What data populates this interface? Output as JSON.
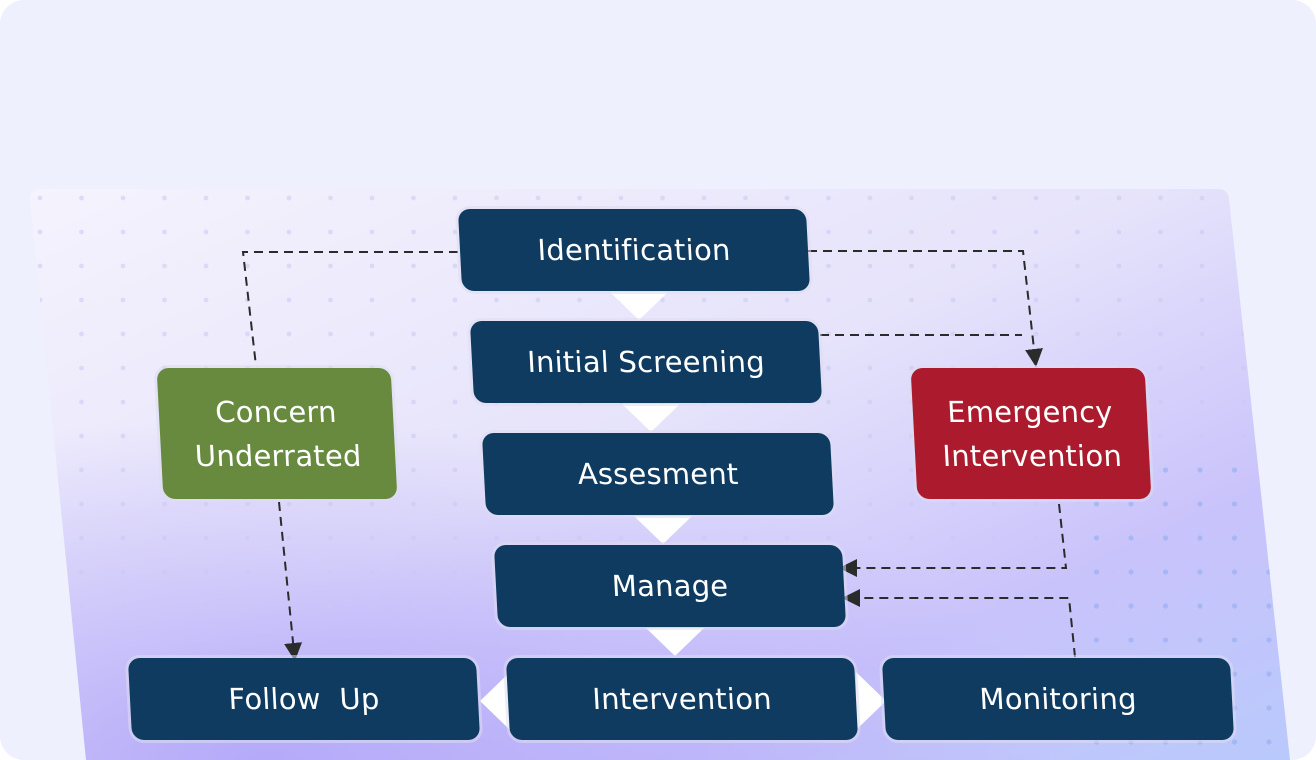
{
  "diagram": {
    "title": "",
    "colors": {
      "primary": "#0f3b61",
      "concern": "#678a3e",
      "emergency": "#ab1b2d",
      "background": "#eef0fd",
      "connector": "#2b2b2b"
    },
    "nodes": {
      "identification": "Identification",
      "initial_screening": "Initial Screening",
      "assessment": "Assesment",
      "manage": "Manage",
      "intervention": "Intervention",
      "follow_up": "Follow  Up",
      "monitoring": "Monitoring",
      "concern_underrated": [
        "Concern",
        "Underrated"
      ],
      "emergency_intervention": [
        "Emergency",
        "Intervention"
      ]
    },
    "edges": [
      {
        "from": "Identification",
        "to": "Initial Screening",
        "style": "solid-arrow"
      },
      {
        "from": "Initial Screening",
        "to": "Assesment",
        "style": "solid-arrow"
      },
      {
        "from": "Assesment",
        "to": "Manage",
        "style": "solid-arrow"
      },
      {
        "from": "Manage",
        "to": "Intervention",
        "style": "solid-arrow"
      },
      {
        "from": "Intervention",
        "to": "Follow  Up",
        "style": "solid-arrow"
      },
      {
        "from": "Intervention",
        "to": "Monitoring",
        "style": "solid-arrow"
      },
      {
        "from": "Identification",
        "to": "Concern Underrated",
        "style": "dashed"
      },
      {
        "from": "Concern Underrated",
        "to": "Follow  Up",
        "style": "dashed-arrow"
      },
      {
        "from": "Identification",
        "to": "Emergency Intervention",
        "style": "dashed-arrow"
      },
      {
        "from": "Initial Screening",
        "to": "Emergency Intervention",
        "style": "dashed"
      },
      {
        "from": "Emergency Intervention",
        "to": "Manage",
        "style": "dashed-arrow"
      },
      {
        "from": "Monitoring",
        "to": "Manage",
        "style": "dashed-arrow"
      }
    ]
  }
}
